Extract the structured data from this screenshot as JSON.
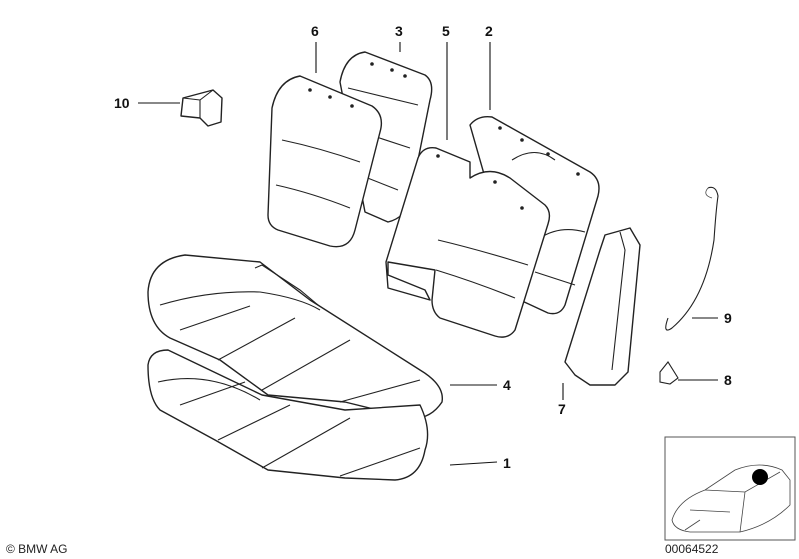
{
  "diagram": {
    "callouts": [
      {
        "id": "1",
        "label": "1"
      },
      {
        "id": "2",
        "label": "2"
      },
      {
        "id": "3",
        "label": "3"
      },
      {
        "id": "4",
        "label": "4"
      },
      {
        "id": "5",
        "label": "5"
      },
      {
        "id": "6",
        "label": "6"
      },
      {
        "id": "7",
        "label": "7"
      },
      {
        "id": "8",
        "label": "8"
      },
      {
        "id": "9",
        "label": "9"
      },
      {
        "id": "10",
        "label": "10"
      }
    ],
    "copyright": "© BMW AG",
    "image_number": "00064522"
  }
}
